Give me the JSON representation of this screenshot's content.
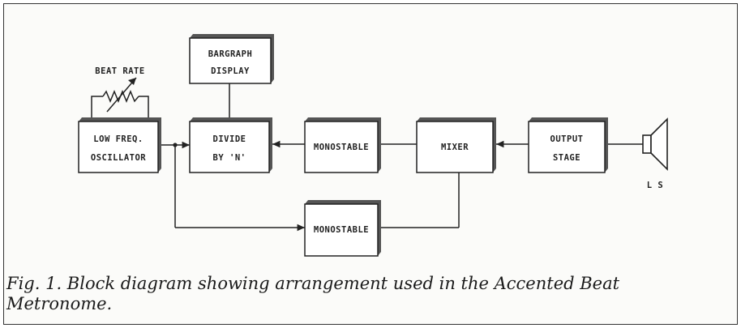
{
  "diagram": {
    "blocks": {
      "barograph": [
        "BARGRAPH",
        "DISPLAY"
      ],
      "oscillator": [
        "LOW FREQ.",
        "OSCILLATOR"
      ],
      "divide": [
        "DIVIDE",
        "BY 'N'"
      ],
      "mono_top": [
        "MONOSTABLE"
      ],
      "mixer": [
        "MIXER"
      ],
      "output": [
        "OUTPUT",
        "STAGE"
      ],
      "mono_bottom": [
        "MONOSTABLE"
      ]
    },
    "beat_rate_label": "BEAT RATE",
    "speaker_label": "L S"
  },
  "caption": "Fig. 1. Block diagram showing arrangement used in the Accented Beat Metronome."
}
